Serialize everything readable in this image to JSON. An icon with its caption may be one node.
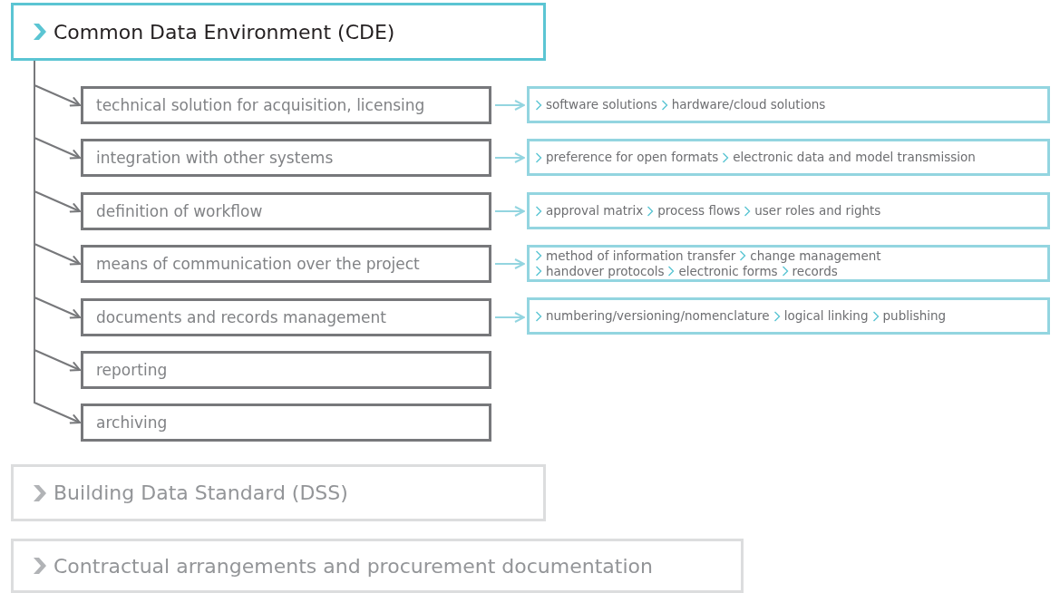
{
  "diagram": {
    "nodes": [
      {
        "text": [
          "Common Data Environment (CDE)"
        ]
      },
      {
        "text": [
          "technical solution for acquisition, licensing"
        ]
      },
      {
        "text": [
          "integration with other systems"
        ]
      },
      {
        "text": [
          "definition of workflow"
        ]
      },
      {
        "text": [
          "means of communication over the project"
        ]
      },
      {
        "text": [
          "documents and records management"
        ]
      },
      {
        "text": [
          "reporting"
        ]
      },
      {
        "text": [
          "archiving"
        ]
      },
      {
        "text": [
          "software solutions",
          "hardware/cloud solutions"
        ]
      },
      {
        "text": [
          "preference for open formats",
          "electronic data and model transmission"
        ]
      },
      {
        "text": [
          "approval matrix",
          "process flows",
          "user roles and rights"
        ]
      },
      {
        "text": [
          "method of information transfer",
          "change management",
          "handover protocols",
          "electronic forms",
          "records"
        ]
      },
      {
        "text": [
          "numbering/versioning/nomenclature",
          "logical linking",
          "publishing"
        ]
      },
      {
        "text": [
          "Building Data Standard (DSS)"
        ]
      },
      {
        "text": [
          "Contractual arrangements and procurement documentation"
        ]
      }
    ],
    "edges": [
      {
        "from": 0,
        "to": 1,
        "arrow": "to"
      },
      {
        "from": 0,
        "to": 2,
        "arrow": "to"
      },
      {
        "from": 0,
        "to": 3,
        "arrow": "to"
      },
      {
        "from": 0,
        "to": 4,
        "arrow": "to"
      },
      {
        "from": 0,
        "to": 5,
        "arrow": "to"
      },
      {
        "from": 0,
        "to": 6,
        "arrow": "to"
      },
      {
        "from": 0,
        "to": 7,
        "arrow": "to"
      },
      {
        "from": 1,
        "to": 8,
        "arrow": "to",
        "color": "#93d5e0"
      },
      {
        "from": 2,
        "to": 9,
        "arrow": "to",
        "color": "#93d5e0"
      },
      {
        "from": 3,
        "to": 10,
        "arrow": "to",
        "color": "#93d5e0"
      },
      {
        "from": 4,
        "to": 11,
        "arrow": "to",
        "color": "#93d5e0"
      },
      {
        "from": 5,
        "to": 12,
        "arrow": "to",
        "color": "#93d5e0"
      }
    ]
  }
}
